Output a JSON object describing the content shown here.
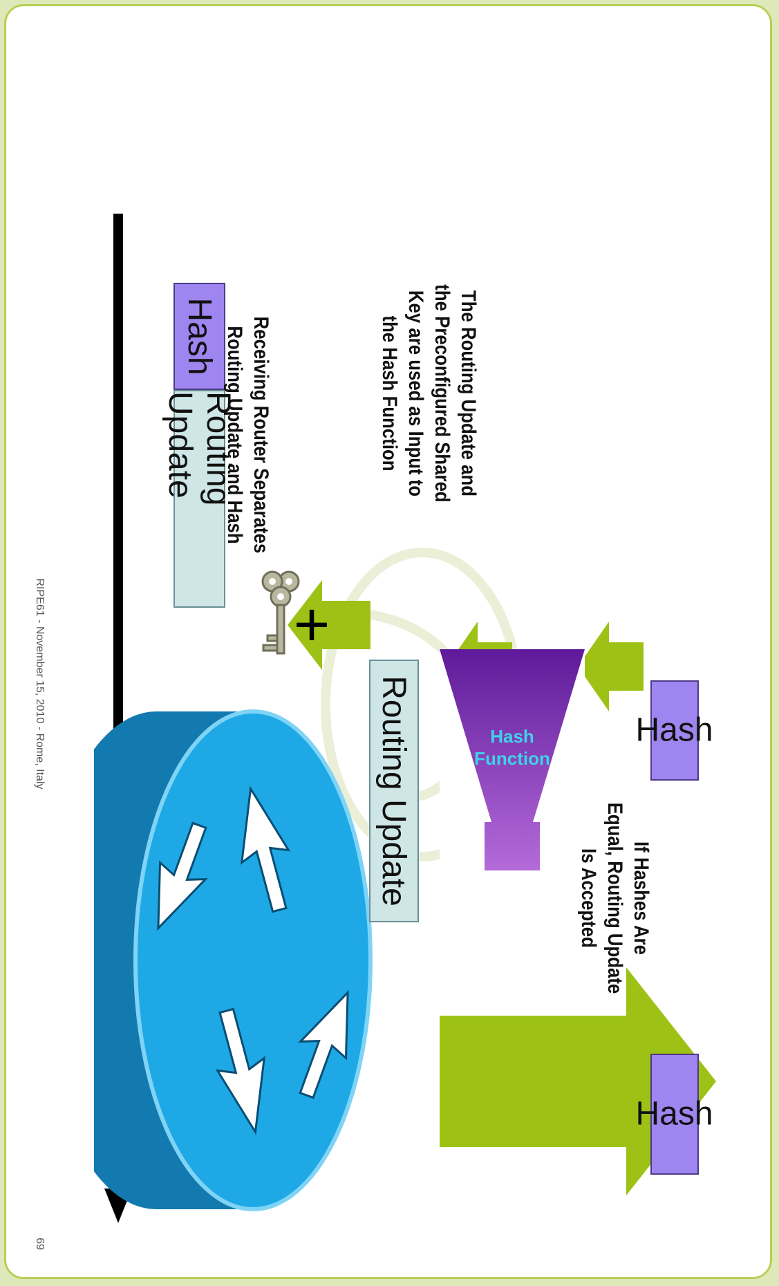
{
  "colors": {
    "arrow_green": "#9dc215",
    "hash_purple": "#9f85f0",
    "routing_update_box": "#cfe6e6",
    "router_blue": "#1ea9e6",
    "router_dark": "#137ab0",
    "funnel_purple": "#7a2fb3",
    "border": "#b8cf55"
  },
  "diagram": {
    "packet": {
      "hash_label": "Hash",
      "routing_update_label": "Routing Update"
    },
    "received_update_label": "Routing Update",
    "funnel": {
      "line1": "Hash",
      "line2": "Function"
    },
    "computed_hash_label": "Hash",
    "sent_hash_label": "Hash",
    "plus_sign": "+",
    "captions": {
      "separates": [
        "Receiving Router Separates",
        "Routing Update and Hash"
      ],
      "input": [
        "The Routing Update and",
        "the Preconfigured Shared",
        "Key are used as Input to",
        "the Hash Function"
      ],
      "equal": [
        "If Hashes Are",
        "Equal, Routing Update",
        "Is Accepted"
      ]
    },
    "icons": {
      "router": "router-icon",
      "key": "key-icon"
    }
  },
  "footer": {
    "text": "RIPE61 - November 15, 2010 - Rome, Italy",
    "page_number": "69"
  }
}
